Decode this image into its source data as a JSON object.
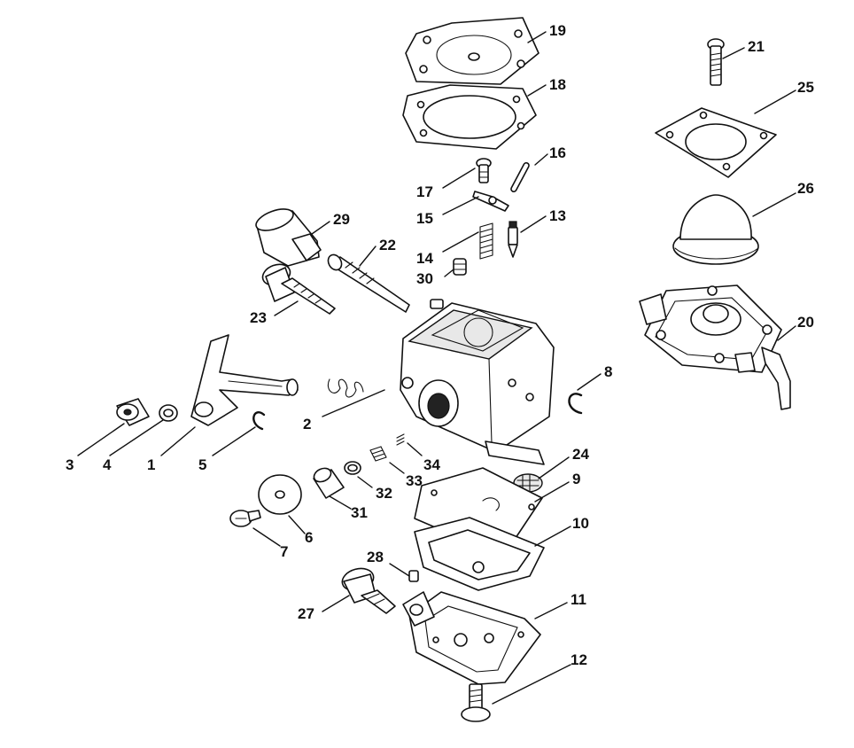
{
  "callouts": {
    "c1": "1",
    "c2": "2",
    "c3": "3",
    "c4": "4",
    "c5": "5",
    "c6": "6",
    "c7": "7",
    "c8": "8",
    "c9": "9",
    "c10": "10",
    "c11": "11",
    "c12": "12",
    "c13": "13",
    "c14": "14",
    "c15": "15",
    "c16": "16",
    "c17": "17",
    "c18": "18",
    "c19": "19",
    "c20": "20",
    "c21": "21",
    "c22": "22",
    "c23": "23",
    "c24": "24",
    "c25": "25",
    "c26": "26",
    "c27": "27",
    "c28": "28",
    "c29": "29",
    "c30": "30",
    "c31": "31",
    "c32": "32",
    "c33": "33",
    "c34": "34"
  }
}
